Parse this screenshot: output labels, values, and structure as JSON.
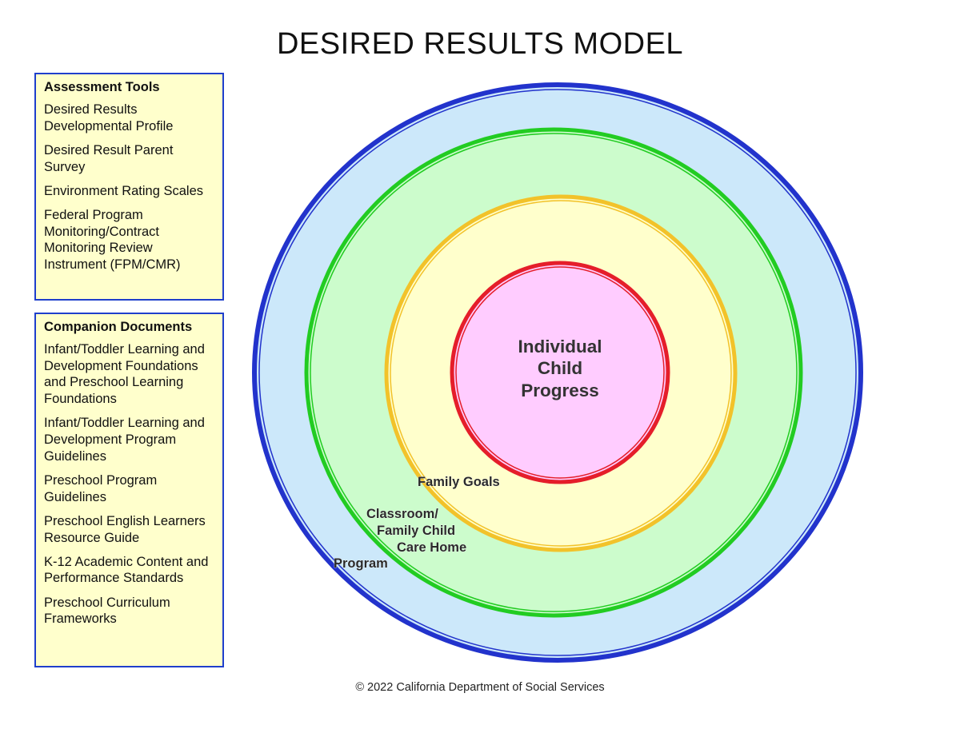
{
  "title": "DESIRED RESULTS MODEL",
  "assessment_tools": {
    "heading": "Assessment Tools",
    "items": [
      "Desired Results Developmental Profile",
      "Desired Result Parent Survey",
      "Environment Rating Scales",
      "Federal Program Monitoring/Contract Monitoring Review Instrument (FPM/CMR)"
    ]
  },
  "companion_documents": {
    "heading": "Companion Documents",
    "items": [
      "Infant/Toddler Learning and Development Foundations and Preschool Learning Foundations",
      "Infant/Toddler Learning and Development Program Guidelines",
      "Preschool Program Guidelines",
      "Preschool English Learners Resource Guide",
      "K-12 Academic Content and Performance Standards",
      "Preschool Curriculum Frameworks"
    ]
  },
  "rings": {
    "program": "Program",
    "classroom": [
      "Classroom/",
      "Family Child",
      "Care Home"
    ],
    "family_goals": "Family Goals",
    "center": [
      "Individual",
      "Child",
      "Progress"
    ]
  },
  "colors": {
    "program_fill": "#cce8fa",
    "program_border": "#2233cc",
    "classroom_fill": "#ccfccc",
    "classroom_border": "#22cc22",
    "family_fill": "#ffffcc",
    "family_border": "#f2c22a",
    "center_fill": "#ffccff",
    "center_border": "#e51e2a",
    "panel_fill": "#ffffcc",
    "panel_border": "#1f3fcc"
  },
  "footer": "© 2022 California Department of Social Services"
}
